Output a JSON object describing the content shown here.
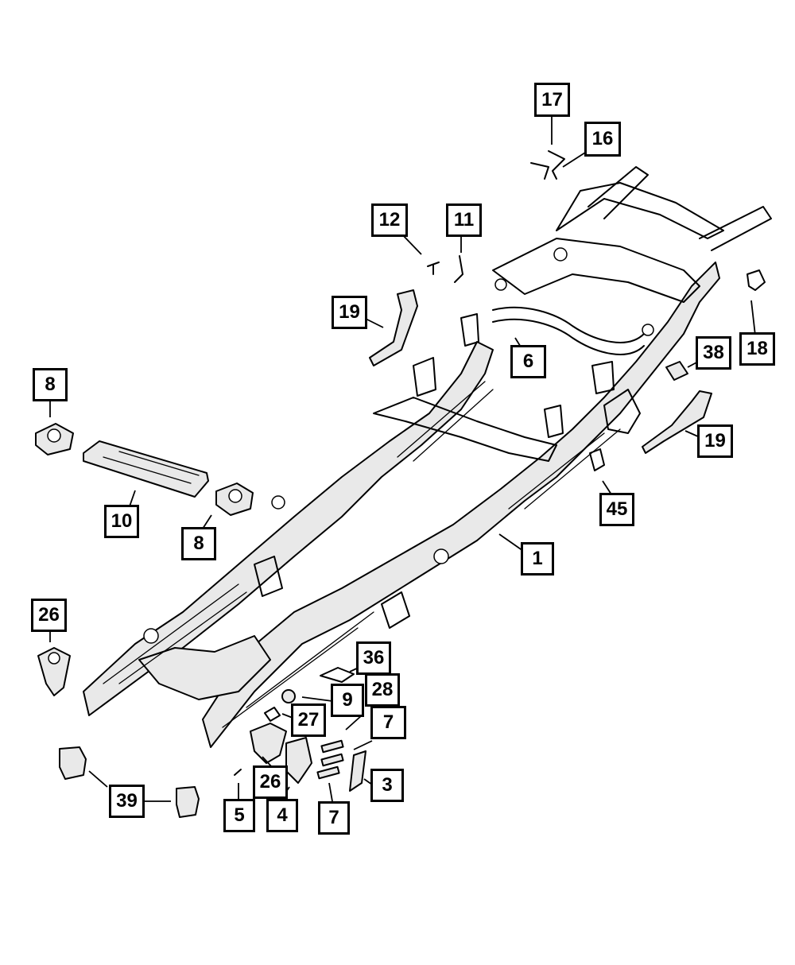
{
  "callouts": [
    {
      "id": "c17",
      "label": "17"
    },
    {
      "id": "c16",
      "label": "16"
    },
    {
      "id": "c12",
      "label": "12"
    },
    {
      "id": "c11",
      "label": "11"
    },
    {
      "id": "c19a",
      "label": "19"
    },
    {
      "id": "c6",
      "label": "6"
    },
    {
      "id": "c38",
      "label": "38"
    },
    {
      "id": "c18",
      "label": "18"
    },
    {
      "id": "c8a",
      "label": "8"
    },
    {
      "id": "c19b",
      "label": "19"
    },
    {
      "id": "c10",
      "label": "10"
    },
    {
      "id": "c8b",
      "label": "8"
    },
    {
      "id": "c45",
      "label": "45"
    },
    {
      "id": "c1",
      "label": "1"
    },
    {
      "id": "c26a",
      "label": "26"
    },
    {
      "id": "c36",
      "label": "36"
    },
    {
      "id": "c28",
      "label": "28"
    },
    {
      "id": "c9",
      "label": "9"
    },
    {
      "id": "c27",
      "label": "27"
    },
    {
      "id": "c7a",
      "label": "7"
    },
    {
      "id": "c26b",
      "label": "26"
    },
    {
      "id": "c3",
      "label": "3"
    },
    {
      "id": "c39",
      "label": "39"
    },
    {
      "id": "c5",
      "label": "5"
    },
    {
      "id": "c4",
      "label": "4"
    },
    {
      "id": "c7b",
      "label": "7"
    }
  ]
}
